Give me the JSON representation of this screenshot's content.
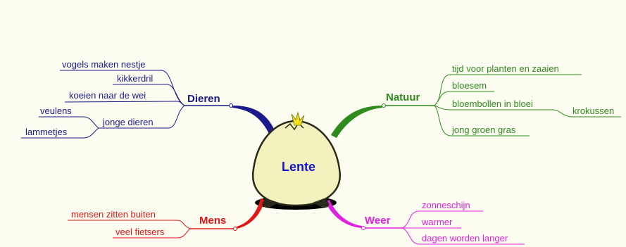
{
  "center": {
    "label": "Lente"
  },
  "branches": {
    "dieren": {
      "label": "Dieren",
      "color": "#1a1a8c",
      "items": [
        "vogels maken nestje",
        "kikkerdril",
        "koeien naar de wei",
        "jonge dieren",
        "veulens",
        "lammetjes"
      ]
    },
    "natuur": {
      "label": "Natuur",
      "color": "#2e8b1e",
      "items": [
        "tijd voor planten en zaaien",
        "bloesem",
        "bloembollen in bloei",
        "krokussen",
        "jong groen gras"
      ]
    },
    "mens": {
      "label": "Mens",
      "color": "#e01818",
      "items": [
        "mensen zitten buiten",
        "veel fietsers"
      ]
    },
    "weer": {
      "label": "Weer",
      "color": "#e020e0",
      "items": [
        "zonneschijn",
        "warmer",
        "dagen worden langer"
      ]
    }
  },
  "colors": {
    "background": "#fdfcf0",
    "egg_fill": "#f3f2be",
    "egg_outline": "#2a2a1a",
    "shadow": "#000000",
    "sprout": "#f2e020"
  }
}
